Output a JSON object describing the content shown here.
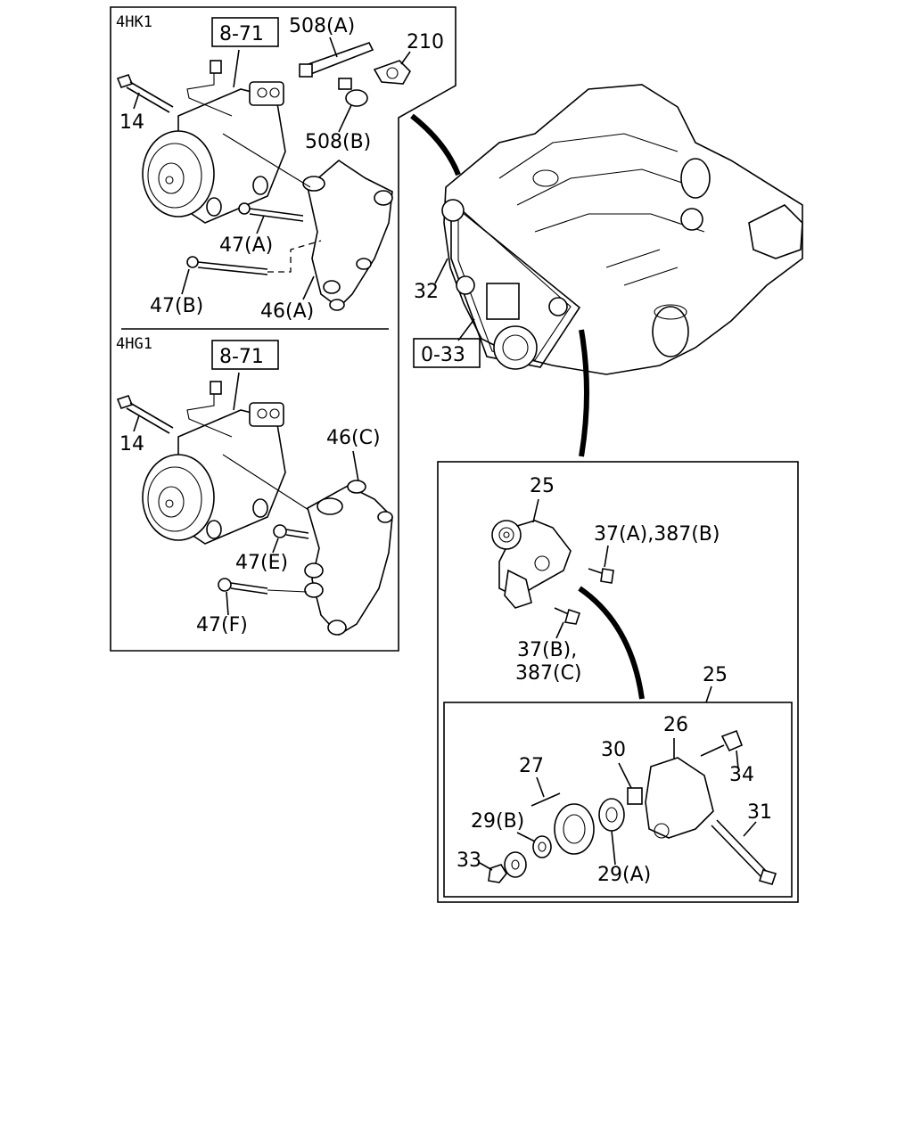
{
  "sections": {
    "engine_4hk1": "4HK1",
    "engine_4hg1": "4HG1"
  },
  "refs": {
    "ref_a": "8-71",
    "ref_b": "8-71",
    "ref_c": "0-33"
  },
  "labels": {
    "l508a": "508(A)",
    "l210": "210",
    "l14a": "14",
    "l508b": "508(B)",
    "l47a": "47(A)",
    "l47b": "47(B)",
    "l46a": "46(A)",
    "l14b": "14",
    "l46c": "46(C)",
    "l47e": "47(E)",
    "l47f": "47(F)",
    "l32": "32",
    "l25a": "25",
    "l37a": "37(A),387(B)",
    "l37b": "37(B),",
    "l387c": "387(C)",
    "l25b": "25",
    "l26": "26",
    "l27": "27",
    "l30": "30",
    "l34": "34",
    "l29b": "29(B)",
    "l31": "31",
    "l33": "33",
    "l29a": "29(A)"
  }
}
